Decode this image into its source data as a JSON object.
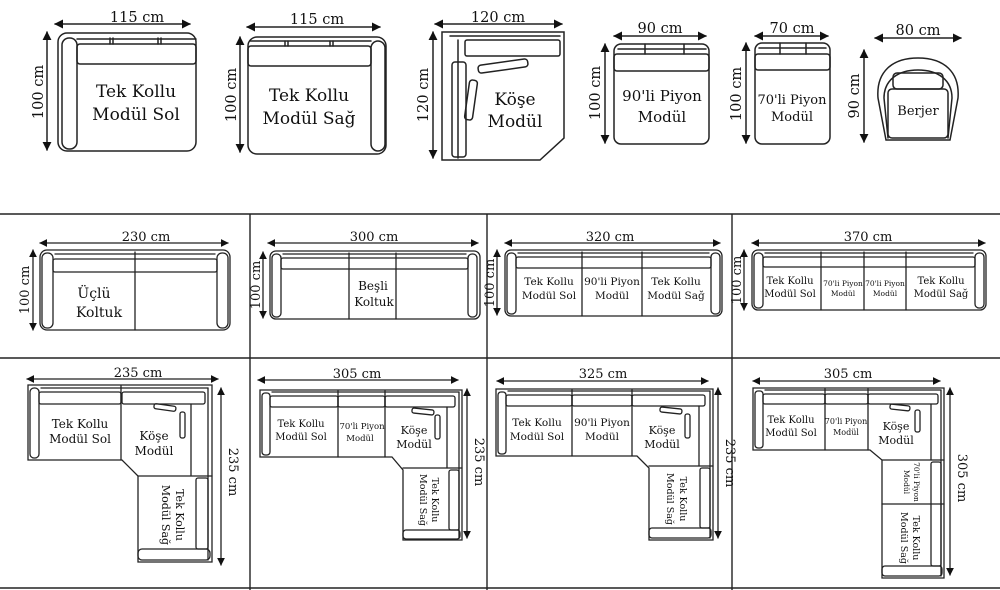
{
  "modules": {
    "sol": {
      "label1": "Tek Kollu",
      "label2": "Modül Sol",
      "width": "115 cm",
      "depth": "100 cm"
    },
    "sag": {
      "label1": "Tek Kollu",
      "label2": "Modül Sağ",
      "width": "115 cm",
      "depth": "100 cm"
    },
    "kose": {
      "label1": "Köşe",
      "label2": "Modül",
      "width": "120 cm",
      "depth": "120 cm"
    },
    "p90": {
      "label1": "90'li Piyon",
      "label2": "Modül",
      "width": "90 cm",
      "depth": "100 cm"
    },
    "p70": {
      "label1": "70'li Piyon",
      "label2": "Modül",
      "width": "70 cm",
      "depth": "100 cm"
    },
    "berjer": {
      "label1": "Berjer",
      "width": "80 cm",
      "depth": "90 cm"
    }
  },
  "sofas": {
    "uclu": {
      "label1": "Üçlü",
      "label2": "Koltuk",
      "width": "230 cm",
      "depth": "100 cm"
    },
    "besli": {
      "label1": "Beşli",
      "label2": "Koltuk",
      "width": "300 cm",
      "depth": "100 cm"
    },
    "s320": {
      "width": "320 cm",
      "depth": "100 cm"
    },
    "s370": {
      "width": "370 cm",
      "depth": "100 cm"
    }
  },
  "corners": {
    "c1": {
      "width": "235 cm",
      "depth": "235 cm"
    },
    "c2": {
      "width": "305 cm",
      "depth": "235 cm"
    },
    "c3": {
      "width": "325 cm",
      "depth": "235 cm"
    },
    "c4": {
      "width": "305 cm",
      "depth": "305 cm"
    }
  }
}
